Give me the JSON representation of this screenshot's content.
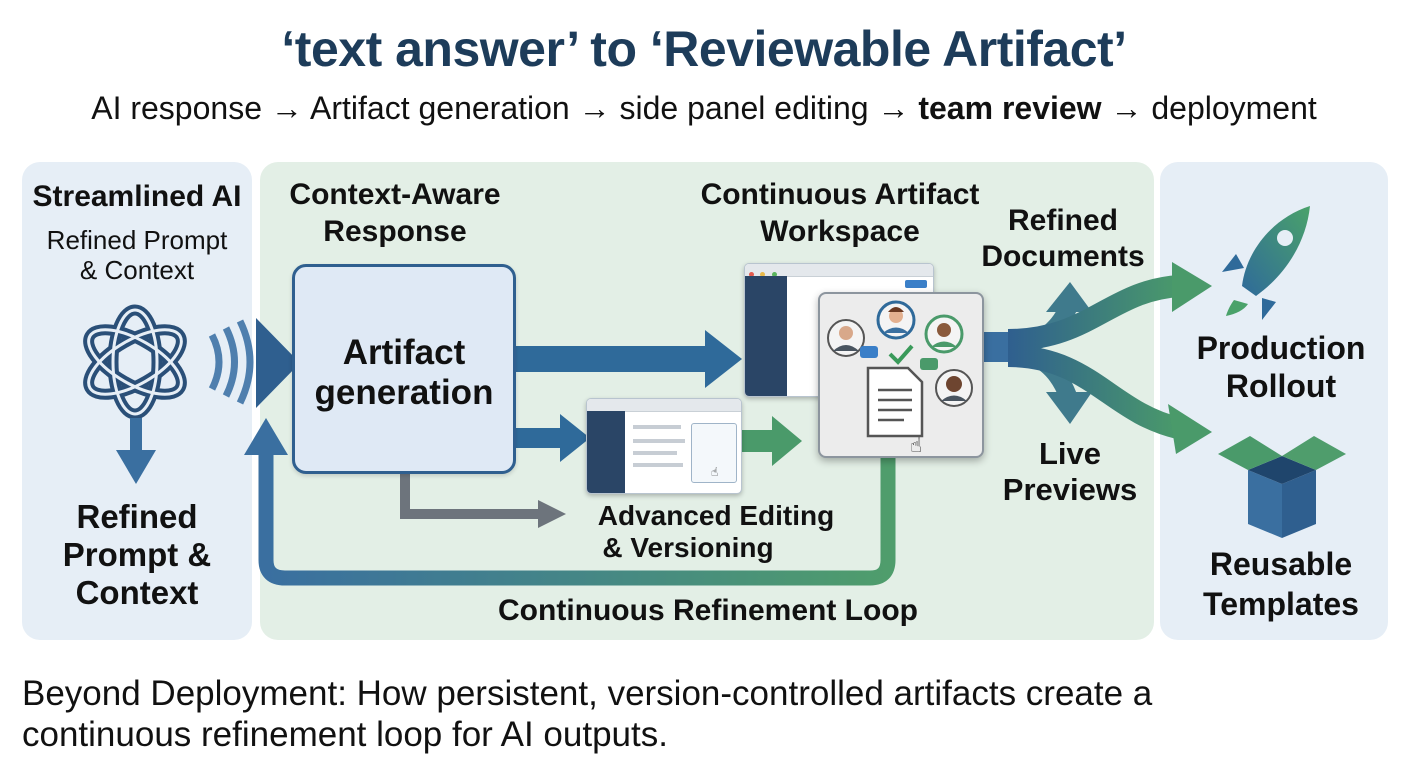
{
  "title": "‘text answer’ to ‘Reviewable Artifact’",
  "subtitle": {
    "steps": [
      "AI response",
      "Artifact generation",
      "side panel editing",
      "team review",
      "deployment"
    ],
    "separator": "→"
  },
  "left_panel": {
    "heading": "Streamlined AI",
    "subheading_line1": "Refined Prompt",
    "subheading_line2": "& Context",
    "bottom_line1": "Refined",
    "bottom_line2": "Prompt &",
    "bottom_line3": "Context",
    "logo_icon": "ai-knot-logo-icon"
  },
  "middle_panel": {
    "context_aware_line1": "Context-Aware",
    "context_aware_line2": "Response",
    "artifact_generation_line1": "Artifact",
    "artifact_generation_line2": "generation",
    "workspace_line1": "Continuous Artifact",
    "workspace_line2": "Workspace",
    "advanced_line1": "Advanced Editing",
    "advanced_line2": "& Versioning",
    "loop_label": "Continuous Refinement Loop",
    "refined_docs_line1": "Refined",
    "refined_docs_line2": "Documents",
    "live_previews_line1": "Live",
    "live_previews_line2": "Previews"
  },
  "right_panel": {
    "production_line1": "Production",
    "production_line2": "Rollout",
    "templates_line1": "Reusable",
    "templates_line2": "Templates",
    "rocket_icon": "rocket-icon",
    "box_icon": "open-box-icon"
  },
  "footer": {
    "line1": "Beyond Deployment: How persistent, version-controlled artifacts create a",
    "line2": "continuous refinement loop for AI outputs."
  },
  "colors": {
    "title": "#1d3c5a",
    "blue": "#2f5f8f",
    "green": "#4a9a6a",
    "panel_blue": "#e6eef6",
    "panel_green": "#e3efe6",
    "gray_arrow": "#6d747c"
  }
}
